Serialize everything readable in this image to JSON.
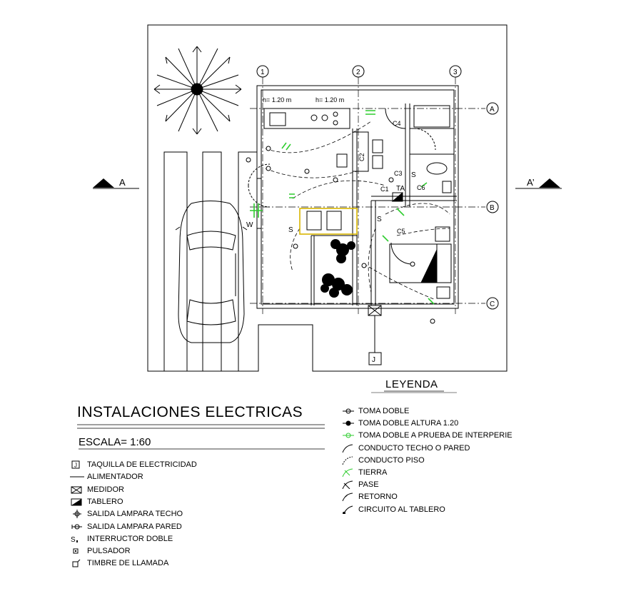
{
  "title": "INSTALACIONES ELECTRICAS",
  "scale": "ESCALA= 1:60",
  "legend_title": "LEYENDA",
  "plan_labels": {
    "axis_1": "1",
    "axis_2": "2",
    "axis_3": "3",
    "axis_a": "A",
    "axis_b": "B",
    "axis_c": "C",
    "height_1": "h= 1.20 m",
    "height_2": "h= 1.20 m",
    "section_left": "A",
    "section_right": "A’",
    "circuit_c1": "C1",
    "circuit_c2": "C2",
    "circuit_c3": "C3",
    "circuit_c4": "C4",
    "circuit_c5": "C5",
    "circuit_c6": "C6",
    "ta": "TA",
    "w": "W",
    "s1": "S",
    "s2": "S",
    "s3": "S",
    "j": "J"
  },
  "legend_left": [
    {
      "icon": "junction-box-icon",
      "label": "TAQUILLA DE ELECTRICIDAD"
    },
    {
      "icon": "feeder-line-icon",
      "label": "ALIMENTADOR"
    },
    {
      "icon": "meter-icon",
      "label": "MEDIDOR"
    },
    {
      "icon": "panel-icon",
      "label": "TABLERO"
    },
    {
      "icon": "ceiling-lamp-icon",
      "label": "SALIDA LAMPARA TECHO"
    },
    {
      "icon": "wall-lamp-icon",
      "label": "SALIDA LAMPARA PARED"
    },
    {
      "icon": "double-switch-icon",
      "label": "INTERRUCTOR DOBLE"
    },
    {
      "icon": "push-button-icon",
      "label": "PULSADOR"
    },
    {
      "icon": "doorbell-icon",
      "label": "TIMBRE DE LLAMADA"
    }
  ],
  "legend_right": [
    {
      "icon": "double-outlet-icon",
      "label": "TOMA DOBLE"
    },
    {
      "icon": "double-outlet-high-icon",
      "label": "TOMA DOBLE ALTURA 1.20"
    },
    {
      "icon": "weatherproof-outlet-icon",
      "label": "TOMA DOBLE A PRUEBA DE INTERPERIE"
    },
    {
      "icon": "ceiling-conduit-icon",
      "label": "CONDUCTO TECHO O PARED"
    },
    {
      "icon": "floor-conduit-icon",
      "label": "CONDUCTO PISO"
    },
    {
      "icon": "ground-icon",
      "label": "TIERRA"
    },
    {
      "icon": "pass-icon",
      "label": "PASE"
    },
    {
      "icon": "return-icon",
      "label": "RETORNO"
    },
    {
      "icon": "panel-circuit-icon",
      "label": "CIRCUITO AL TABLERO"
    }
  ],
  "colors": {
    "line": "#000000",
    "accent": "#2ecc2e"
  }
}
